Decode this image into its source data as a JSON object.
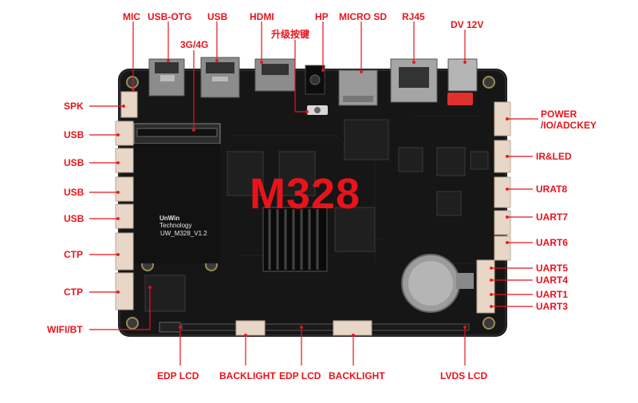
{
  "board": {
    "model_text": "M328",
    "brand_line1": "UnWin",
    "brand_line2": "Technology",
    "board_version": "UW_M328_V1.2"
  },
  "labels": {
    "top": {
      "mic": "MIC",
      "usb_otg": "USB-OTG",
      "usb": "USB",
      "hdmi": "HDMI",
      "hp": "HP",
      "micro_sd": "MICRO SD",
      "rj45": "RJ45",
      "dv12v": "DV 12V",
      "g34": "3G/4G",
      "upgrade_key": "升级按键"
    },
    "left": {
      "spk": "SPK",
      "usb1": "USB",
      "usb2": "USB",
      "usb3": "USB",
      "usb4": "USB",
      "ctp1": "CTP",
      "ctp2": "CTP",
      "wifi_bt": "WIFI/BT"
    },
    "right": {
      "power": "POWER\n/IO/ADCKEY",
      "irled": "IR&LED",
      "urat8": "URAT8",
      "uart7": "UART7",
      "uart6": "UART6",
      "uart5": "UART5",
      "uart4": "UART4",
      "uart1": "UART1",
      "uart3": "UART3"
    },
    "bottom": {
      "edp1": "EDP LCD",
      "backlight1": "BACKLIGHT",
      "edp2": "EDP LCD",
      "backlight2": "BACKLIGHT",
      "lvds": "LVDS LCD"
    }
  },
  "colors": {
    "label_red": "#e8131b",
    "pcb": "#161616",
    "pcb_edge": "#222222",
    "connector": "#e8d6c6",
    "metal": "#9a9a9a",
    "silk": "#e6e6e6"
  }
}
